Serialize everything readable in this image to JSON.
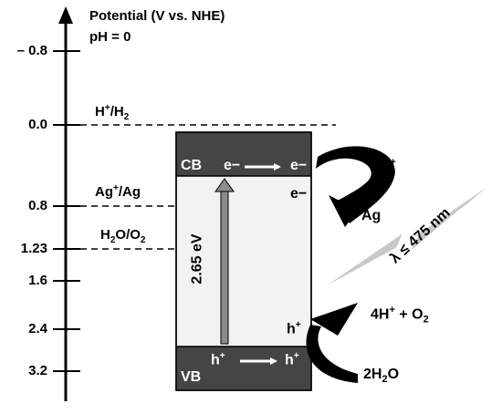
{
  "header": {
    "title": "Potential (V vs. NHE)",
    "subtitle": "pH = 0"
  },
  "axis": {
    "ticks": [
      "– 0.8",
      "0.0",
      "0.8",
      "1.23",
      "1.6",
      "2.4",
      "3.2"
    ]
  },
  "levels": {
    "hydrogen": {
      "prefix": "H",
      "sup": "+",
      "mid": "/H",
      "sub": "2"
    },
    "silver": {
      "prefix": "Ag",
      "sup": "+",
      "mid": "/Ag"
    },
    "oxygen": {
      "prefix": "H",
      "sub": "2",
      "mid": "O/O",
      "sub2": "2"
    }
  },
  "bands": {
    "cb_label": "CB",
    "vb_label": "VB",
    "bandgap": "2.65 eV",
    "electron": "e−",
    "hole_base": "h",
    "hole_sup": "+"
  },
  "reactions": {
    "ag_ion": {
      "base": "Ag",
      "sup": "+"
    },
    "ag_metal": "Ag",
    "oxygen_product": {
      "pre": "4H",
      "sup": "+",
      "mid": " + O",
      "sub": "2"
    },
    "water": {
      "pre": "2H",
      "sub": "2",
      "post": "O"
    }
  },
  "light": "λ ≤ 475 nm",
  "colors": {
    "band_dark": "#454545",
    "gap_fill": "#f2f2f2",
    "gap_arrow": "#8c8c8c",
    "light_fill": "#c8c8c8"
  }
}
